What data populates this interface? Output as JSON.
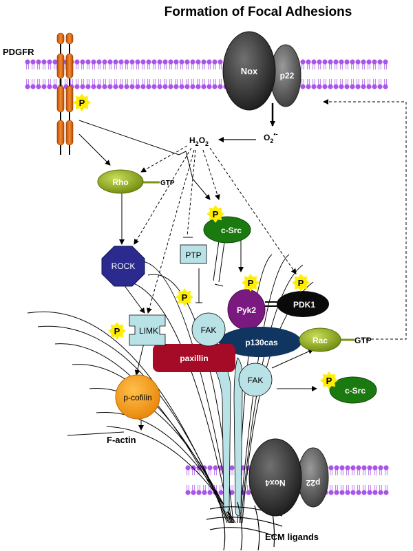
{
  "title": "Formation of Focal Adhesions",
  "labels": {
    "pdgfr": "PDGFR",
    "nox": "Nox",
    "p22_top": "p22",
    "o2": "O",
    "o2_sub": "2",
    "o2_sup": "•-",
    "h2o2_h": "H",
    "h2o2_2a": "2",
    "h2o2_o": "O",
    "h2o2_2b": "2",
    "rho": "Rho",
    "rho_gtp": "GTP",
    "csrc_top": "c-Src",
    "rock": "ROCK",
    "ptp": "PTP",
    "pyk2": "Pyk2",
    "pdk1": "PDK1",
    "fak_top": "FAK",
    "p130cas": "p130cas",
    "limk": "LIMK",
    "paxillin": "paxillin",
    "rac": "Rac",
    "rac_gtp": "GTP",
    "fak_bottom": "FAK",
    "csrc_bottom": "c-Src",
    "pcofilin": "p-cofilin",
    "factin": "F-actin",
    "nox4": "Nox4",
    "p22_bottom": "p22",
    "ecm": "ECM ligands",
    "phospho": "P"
  },
  "colors": {
    "membrane_head": "#a855e8",
    "receptor": "#e8701e",
    "nox_dark": "#2e2e2e",
    "nox_mid": "#6a6a6a",
    "rho_green": "#8aa515",
    "csrc_green": "#1a7a10",
    "rock_blue": "#2a2a8f",
    "light_cyan": "#b8e2e6",
    "pyk2_purple": "#7a1a80",
    "pdk1_black": "#0a0a0a",
    "p130_navy": "#0f3560",
    "paxillin_red": "#a50a26",
    "cofilin_orange": "#f3961a",
    "star_yellow": "#ffee00"
  }
}
